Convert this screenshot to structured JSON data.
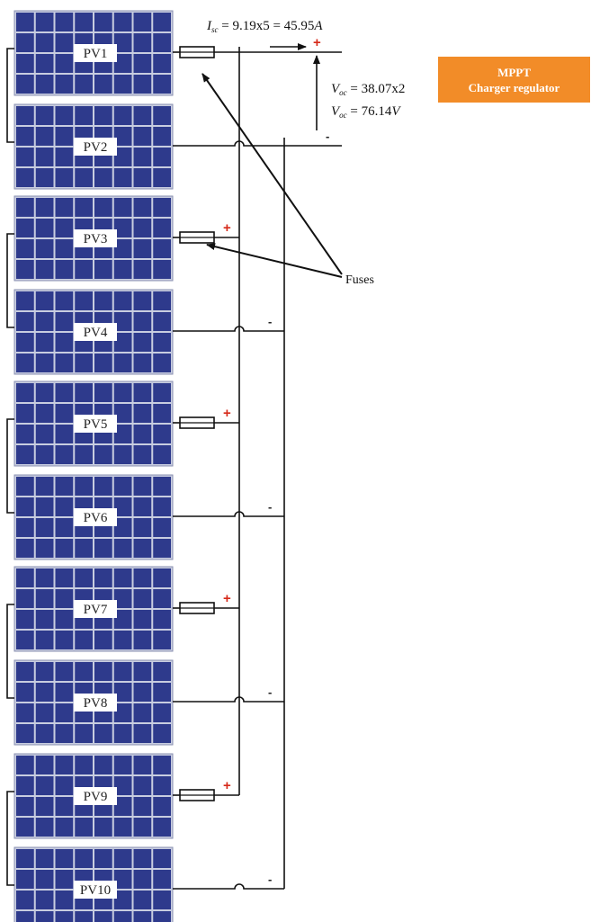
{
  "panels": [
    "PV1",
    "PV2",
    "PV3",
    "PV4",
    "PV5",
    "PV6",
    "PV7",
    "PV8",
    "PV9",
    "PV10"
  ],
  "current_equation": {
    "symbol": "I",
    "subscript": "sc",
    "expression": " = 9.19x5 = 45.95",
    "unit": "A"
  },
  "voltage_equation_1": {
    "symbol": "V",
    "subscript": "oc",
    "expression": " = 38.07x2"
  },
  "voltage_equation_2": {
    "symbol": "V",
    "subscript": "oc",
    "expression": " = 76.14",
    "unit": "V"
  },
  "plus_sign": "+",
  "minus_sign": "-",
  "fuses_label": "Fuses",
  "mppt": {
    "line1": "MPPT",
    "line2": "Charger regulator",
    "color": "#f28c28"
  },
  "colors": {
    "panel_cell": "#2e3a8c",
    "panel_grid": "#c8cde0",
    "wire": "#111111",
    "plus": "#d62a1a"
  }
}
